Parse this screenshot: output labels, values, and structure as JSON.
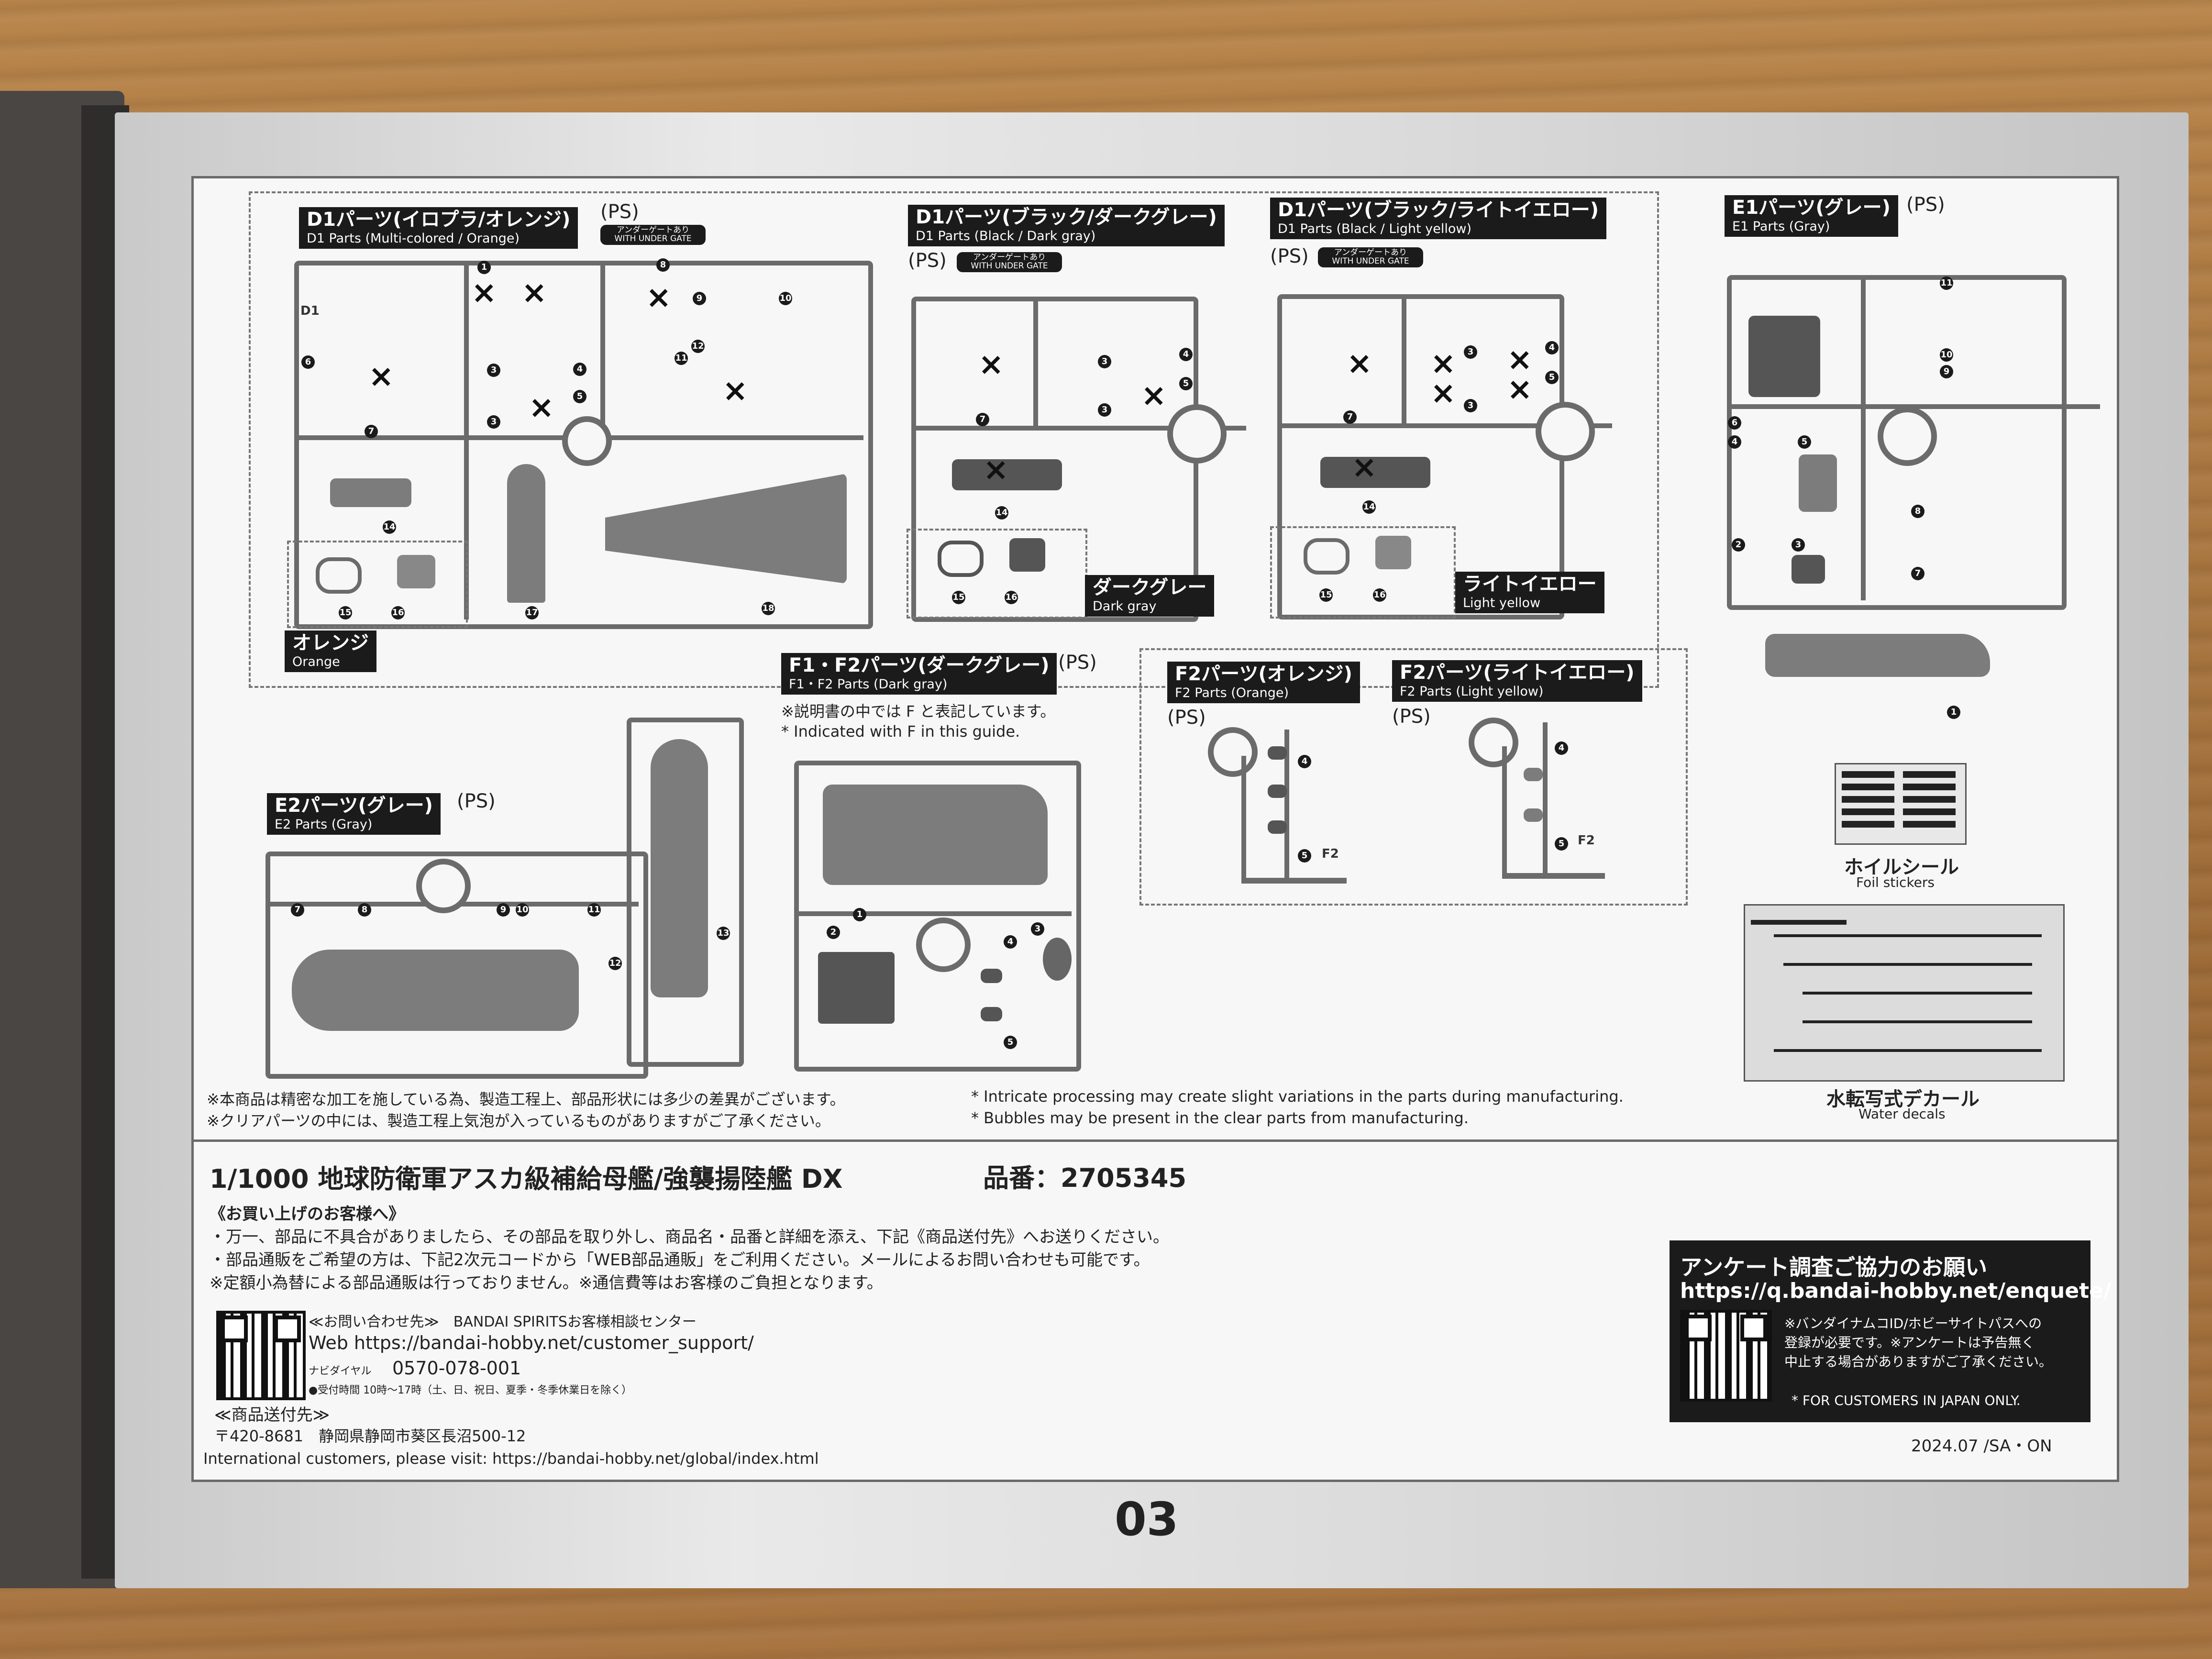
{
  "header": {
    "d1_orange": {
      "jp": "D1パーツ(イロプラ/オレンジ)",
      "en": "D1 Parts (Multi-colored / Orange)",
      "ps": "(PS)",
      "under_gate": "アンダーゲートあり WITH UNDER GATE"
    },
    "d1_black_darkgray": {
      "jp": "D1パーツ(ブラック/ダークグレー)",
      "en": "D1 Parts (Black / Dark gray)",
      "ps": "(PS)",
      "under_gate": "アンダーゲートあり WITH UNDER GATE"
    },
    "d1_black_lightyellow": {
      "jp": "D1パーツ(ブラック/ライトイエロー)",
      "en": "D1 Parts (Black / Light yellow)",
      "ps": "(PS)",
      "under_gate": "アンダーゲートあり WITH UNDER GATE"
    },
    "e1_gray": {
      "jp": "E1パーツ(グレー)",
      "en": "E1 Parts (Gray)",
      "ps": "(PS)"
    },
    "e2_gray": {
      "jp": "E2パーツ(グレー)",
      "en": "E2 Parts (Gray)",
      "ps": "(PS)"
    },
    "f1f2_darkgray": {
      "jp": "F1・F2パーツ(ダークグレー)",
      "en": "F1・F2 Parts (Dark gray)",
      "ps": "(PS)"
    },
    "f2_orange": {
      "jp": "F2パーツ(オレンジ)",
      "en": "F2 Parts (Orange)",
      "ps": "(PS)"
    },
    "f2_lightyellow": {
      "jp": "F2パーツ(ライトイエロー)",
      "en": "F2 Parts (Light yellow)",
      "ps": "(PS)"
    }
  },
  "sub_labels": {
    "orange": {
      "jp": "オレンジ",
      "en": "Orange"
    },
    "dark_gray": {
      "jp": "ダークグレー",
      "en": "Dark gray"
    },
    "light_yellow": {
      "jp": "ライトイエロー",
      "en": "Light yellow"
    }
  },
  "f_notes": {
    "jp": "※説明書の中では F と表記しています。",
    "en": "* Indicated with F in this guide."
  },
  "runner_tags": {
    "d1": "D1",
    "f2": "F2"
  },
  "extras": {
    "foil": {
      "jp": "ホイルシール",
      "en": "Foil stickers"
    },
    "decal": {
      "jp": "水転写式デカール",
      "en": "Water decals"
    }
  },
  "notices": {
    "jp1": "※本商品は精密な加工を施している為、製造工程上、部品形状には多少の差異がございます。",
    "jp2": "※クリアパーツの中には、製造工程上気泡が入っているものがありますがご了承ください。",
    "en1": "* Intricate processing may create slight variations in the parts during manufacturing.",
    "en2": "* Bubbles may be present in the clear parts from manufacturing."
  },
  "product": {
    "title": "1/1000 地球防衛軍アスカ級補給母艦/強襲揚陸艦 DX",
    "code_label": "品番：2705345"
  },
  "customer_info": {
    "heading": "《お買い上げのお客様へ》",
    "line1": "・万一、部品に不具合がありましたら、その部品を取り外し、商品名・品番と詳細を添え、下記《商品送付先》へお送りください。",
    "line2": "・部品通販をご希望の方は、下記2次元コードから「WEB部品通販」をご利用ください。メールによるお問い合わせも可能です。",
    "line3": "※定額小為替による部品通販は行っておりません。※通信費等はお客様のご負担となります。",
    "contact_heading": "≪お問い合わせ先≫　BANDAI SPIRITSお客様相談センター",
    "web": "Web https://bandai-hobby.net/customer_support/",
    "navi_label": "ナビダイヤル",
    "navi_number": "0570-078-001",
    "hours": "●受付時間 10時〜17時（土、日、祝日、夏季・冬季休業日を除く）",
    "ship_heading": "≪商品送付先≫",
    "address": "〒420-8681　静岡県静岡市葵区長沼500-12",
    "international": "International customers, please visit: https://bandai-hobby.net/global/index.html"
  },
  "survey": {
    "title": "アンケート調査ご協力のお願い",
    "url": "https://q.bandai-hobby.net/enquete/",
    "note1": "※バンダイナムコID/ホビーサイトパスへの",
    "note2": "登録が必要です。※アンケートは予告無く",
    "note3": "中止する場合がありますがご了承ください。",
    "japan_only": "* FOR CUSTOMERS IN JAPAN ONLY."
  },
  "footer": {
    "date": "2024.07 /SA・ON",
    "page": "03"
  },
  "part_numbers": [
    "1",
    "2",
    "3",
    "4",
    "5",
    "6",
    "7",
    "8",
    "9",
    "10",
    "11",
    "12",
    "13",
    "14",
    "15",
    "16",
    "17",
    "18"
  ]
}
